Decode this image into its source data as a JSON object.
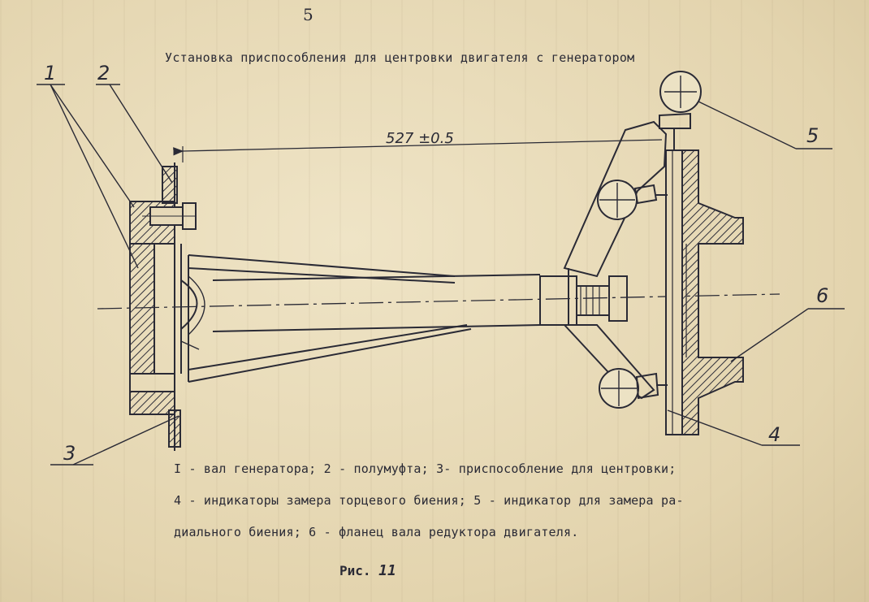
{
  "page_number": "5",
  "title": "Установка приспособления для центровки двигателя с генератором",
  "dimension": "527 ±0.5",
  "callouts": [
    "1",
    "2",
    "3",
    "4",
    "5",
    "6"
  ],
  "legend": [
    "I - вал генератора; 2 - полумуфта; 3- приспособление для центровки;",
    "4 - индикаторы замера торцевого биения; 5 - индикатор для замера ра-",
    "диального биения; 6 - фланец вала редуктора двигателя."
  ],
  "figure": {
    "label": "Рис.",
    "number": "11"
  }
}
